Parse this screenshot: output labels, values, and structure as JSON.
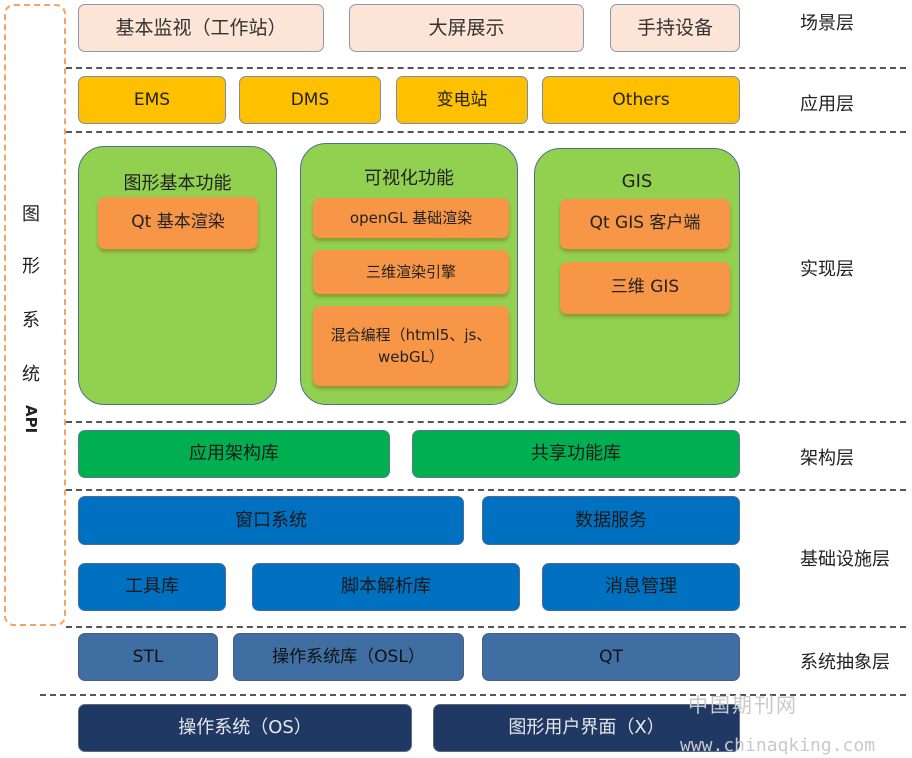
{
  "api_sidebar": {
    "chars": [
      "图",
      "形",
      "系",
      "统",
      "API"
    ]
  },
  "scene_layer": {
    "label": "场景层",
    "items": [
      "基本监视（工作站）",
      "大屏展示",
      "手持设备"
    ]
  },
  "application_layer": {
    "label": "应用层",
    "items": [
      "EMS",
      "DMS",
      "变电站",
      "Others"
    ]
  },
  "implementation_layer": {
    "label": "实现层",
    "panels": [
      {
        "title": "图形基本功能",
        "items": [
          "Qt 基本渲染"
        ]
      },
      {
        "title": "可视化功能",
        "items": [
          "openGL 基础渲染",
          "三维渲染引擎",
          "混合编程（html5、js、webGL）"
        ]
      },
      {
        "title": "GIS",
        "items": [
          "Qt GIS 客户端",
          "三维 GIS"
        ]
      }
    ]
  },
  "framework_layer": {
    "label": "架构层",
    "items": [
      "应用架构库",
      "共享功能库"
    ]
  },
  "infrastructure_layer": {
    "label": "基础设施层",
    "row1": [
      "窗口系统",
      "数据服务"
    ],
    "row2": [
      "工具库",
      "脚本解析库",
      "消息管理"
    ]
  },
  "system_abstraction_layer": {
    "label": "系统抽象层",
    "items": [
      "STL",
      "操作系统库（OSL）",
      "QT"
    ]
  },
  "os_layer": {
    "items": [
      "操作系统（OS）",
      "图形用户界面（X）"
    ]
  },
  "watermark": {
    "cn": "中国期刊网",
    "url": "www.chinaqking.com"
  },
  "colors": {
    "scene": "#fce4d6",
    "application": "#ffc000",
    "panel": "#92d050",
    "module": "#f79646",
    "framework": "#00b050",
    "infrastructure": "#0070c0",
    "abstraction": "#3f6ea3",
    "os": "#1f3864",
    "api_frame": "#f4a460"
  }
}
